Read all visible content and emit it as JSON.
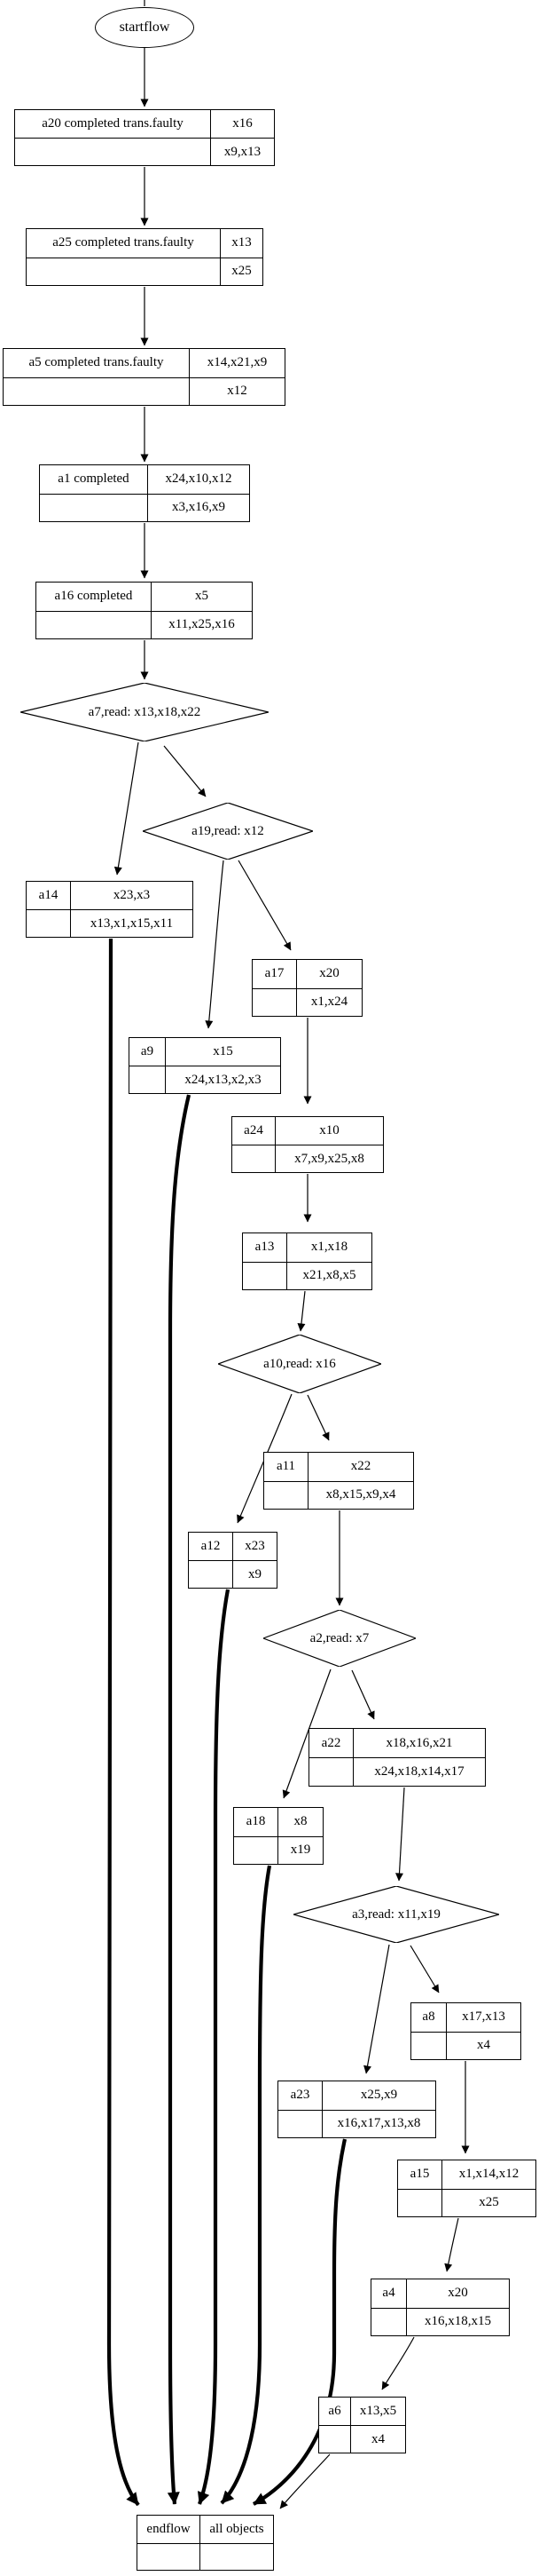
{
  "colors": {
    "stroke": "#000000",
    "background": "#ffffff"
  },
  "nodes": {
    "startflow": {
      "label": "startflow"
    },
    "a20": {
      "label": "a20 completed trans.faulty",
      "tr": "x16",
      "br": "x9,x13"
    },
    "a25": {
      "label": "a25 completed trans.faulty",
      "tr": "x13",
      "br": "x25"
    },
    "a5": {
      "label": "a5 completed trans.faulty",
      "tr": "x14,x21,x9",
      "br": "x12"
    },
    "a1": {
      "label": "a1 completed",
      "tr": "x24,x10,x12",
      "br": "x3,x16,x9"
    },
    "a16": {
      "label": "a16 completed",
      "tr": "x5",
      "br": "x11,x25,x16"
    },
    "a7": {
      "label": "a7,read: x13,x18,x22"
    },
    "a19": {
      "label": "a19,read: x12"
    },
    "a14": {
      "label": "a14",
      "tr": "x23,x3",
      "br": "x13,x1,x15,x11"
    },
    "a17": {
      "label": "a17",
      "tr": "x20",
      "br": "x1,x24"
    },
    "a9": {
      "label": "a9",
      "tr": "x15",
      "br": "x24,x13,x2,x3"
    },
    "a24": {
      "label": "a24",
      "tr": "x10",
      "br": "x7,x9,x25,x8"
    },
    "a13": {
      "label": "a13",
      "tr": "x1,x18",
      "br": "x21,x8,x5"
    },
    "a10": {
      "label": "a10,read: x16"
    },
    "a11": {
      "label": "a11",
      "tr": "x22",
      "br": "x8,x15,x9,x4"
    },
    "a12": {
      "label": "a12",
      "tr": "x23",
      "br": "x9"
    },
    "a2": {
      "label": "a2,read: x7"
    },
    "a22": {
      "label": "a22",
      "tr": "x18,x16,x21",
      "br": "x24,x18,x14,x17"
    },
    "a18": {
      "label": "a18",
      "tr": "x8",
      "br": "x19"
    },
    "a3": {
      "label": "a3,read: x11,x19"
    },
    "a8": {
      "label": "a8",
      "tr": "x17,x13",
      "br": "x4"
    },
    "a23": {
      "label": "a23",
      "tr": "x25,x9",
      "br": "x16,x17,x13,x8"
    },
    "a15": {
      "label": "a15",
      "tr": "x1,x14,x12",
      "br": "x25"
    },
    "a4": {
      "label": "a4",
      "tr": "x20",
      "br": "x16,x18,x15"
    },
    "a6": {
      "label": "a6",
      "tr": "x13,x5",
      "br": "x4"
    },
    "endflow": {
      "label": "endflow",
      "tr": "all objects",
      "br": ""
    }
  },
  "edges": [
    {
      "from": "startflow",
      "to": "a20",
      "bold": false
    },
    {
      "from": "a20",
      "to": "a25",
      "bold": false
    },
    {
      "from": "a25",
      "to": "a5",
      "bold": false
    },
    {
      "from": "a5",
      "to": "a1",
      "bold": false
    },
    {
      "from": "a1",
      "to": "a16",
      "bold": false
    },
    {
      "from": "a16",
      "to": "a7",
      "bold": false
    },
    {
      "from": "a7",
      "to": "a14",
      "bold": false
    },
    {
      "from": "a7",
      "to": "a19",
      "bold": false
    },
    {
      "from": "a19",
      "to": "a9",
      "bold": false
    },
    {
      "from": "a19",
      "to": "a17",
      "bold": false
    },
    {
      "from": "a17",
      "to": "a24",
      "bold": false
    },
    {
      "from": "a24",
      "to": "a13",
      "bold": false
    },
    {
      "from": "a13",
      "to": "a10",
      "bold": false
    },
    {
      "from": "a10",
      "to": "a12",
      "bold": false
    },
    {
      "from": "a10",
      "to": "a11",
      "bold": false
    },
    {
      "from": "a11",
      "to": "a2",
      "bold": false
    },
    {
      "from": "a2",
      "to": "a18",
      "bold": false
    },
    {
      "from": "a2",
      "to": "a22",
      "bold": false
    },
    {
      "from": "a22",
      "to": "a3",
      "bold": false
    },
    {
      "from": "a3",
      "to": "a23",
      "bold": false
    },
    {
      "from": "a3",
      "to": "a8",
      "bold": false
    },
    {
      "from": "a8",
      "to": "a15",
      "bold": false
    },
    {
      "from": "a15",
      "to": "a4",
      "bold": false
    },
    {
      "from": "a4",
      "to": "a6",
      "bold": false
    },
    {
      "from": "a6",
      "to": "endflow",
      "bold": false
    },
    {
      "from": "a14",
      "to": "endflow",
      "bold": true
    },
    {
      "from": "a9",
      "to": "endflow",
      "bold": true
    },
    {
      "from": "a12",
      "to": "endflow",
      "bold": true
    },
    {
      "from": "a18",
      "to": "endflow",
      "bold": true
    },
    {
      "from": "a23",
      "to": "endflow",
      "bold": true
    }
  ]
}
